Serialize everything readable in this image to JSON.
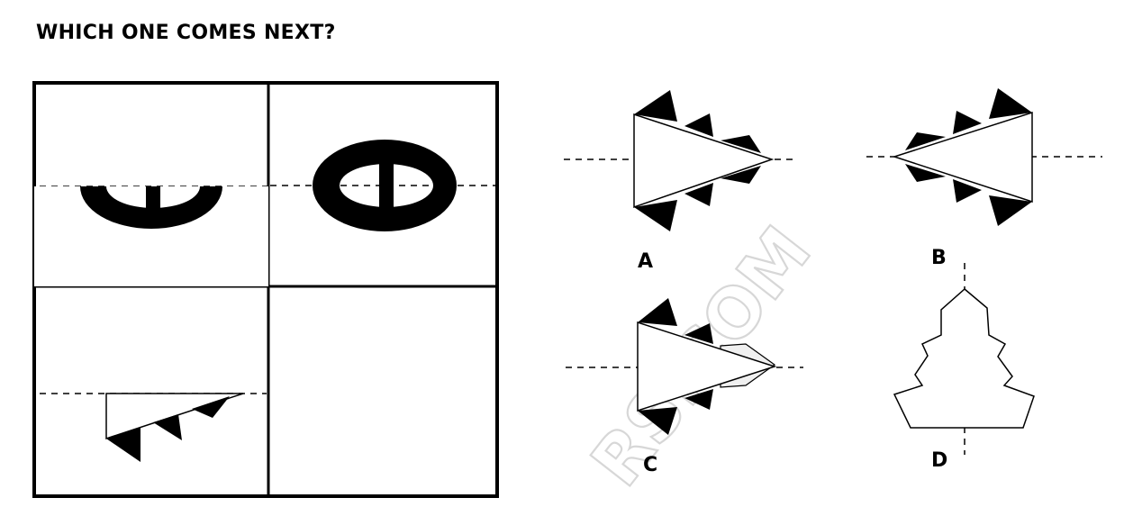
{
  "title": "WHICH ONE COMES NEXT?",
  "options": [
    {
      "id": "A",
      "label": "A"
    },
    {
      "id": "B",
      "label": "B"
    },
    {
      "id": "C",
      "label": "C"
    },
    {
      "id": "D",
      "label": "D"
    }
  ],
  "watermark": "RS.COM",
  "colors": {
    "ink": "#000000",
    "paper": "#ffffff",
    "watermark": "#bdbdbd",
    "light_fill": "#f0f0f0"
  }
}
